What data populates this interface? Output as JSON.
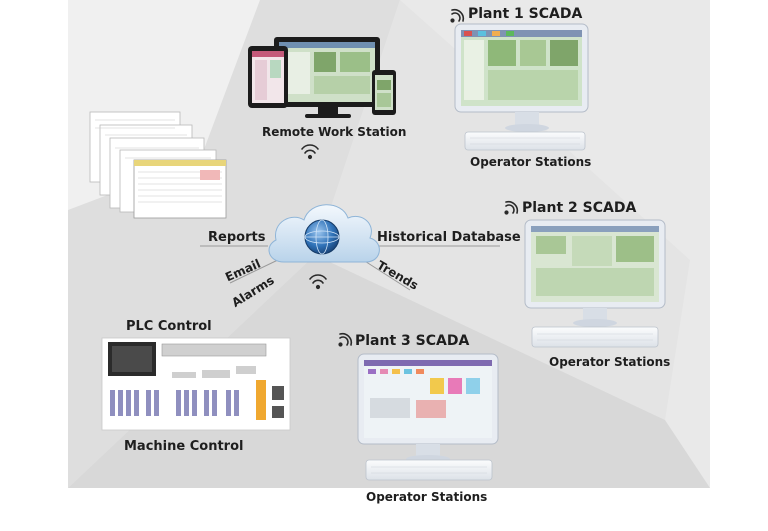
{
  "labels": {
    "plant1": "Plant 1 SCADA",
    "plant2": "Plant 2 SCADA",
    "plant3": "Plant 3 SCADA",
    "operator1": "Operator Stations",
    "operator2": "Operator Stations",
    "operator3": "Operator Stations",
    "remote": "Remote Work Station",
    "plc": "PLC Control",
    "machine": "Machine Control",
    "reports": "Reports",
    "historical": "Historical Database",
    "email": "Email",
    "alarms": "Alarms",
    "trends": "Trends"
  },
  "icons": [
    "wifi-icon",
    "cloud-globe-icon",
    "monitor-icon",
    "keyboard-icon",
    "tablet-icon",
    "phone-icon",
    "report-sheets-icon",
    "plc-panel-icon"
  ],
  "colors": {
    "background_panel": "#e6e6e6",
    "panel_dark": "#cfcfcf",
    "screen_green": "#c9dfc1",
    "cloud": "#d7e8f6",
    "globe": "#2f72b8",
    "keyboard": "#f4f6f8",
    "monitor_frame": "#e8ecf2",
    "text": "#1e1e1e"
  }
}
